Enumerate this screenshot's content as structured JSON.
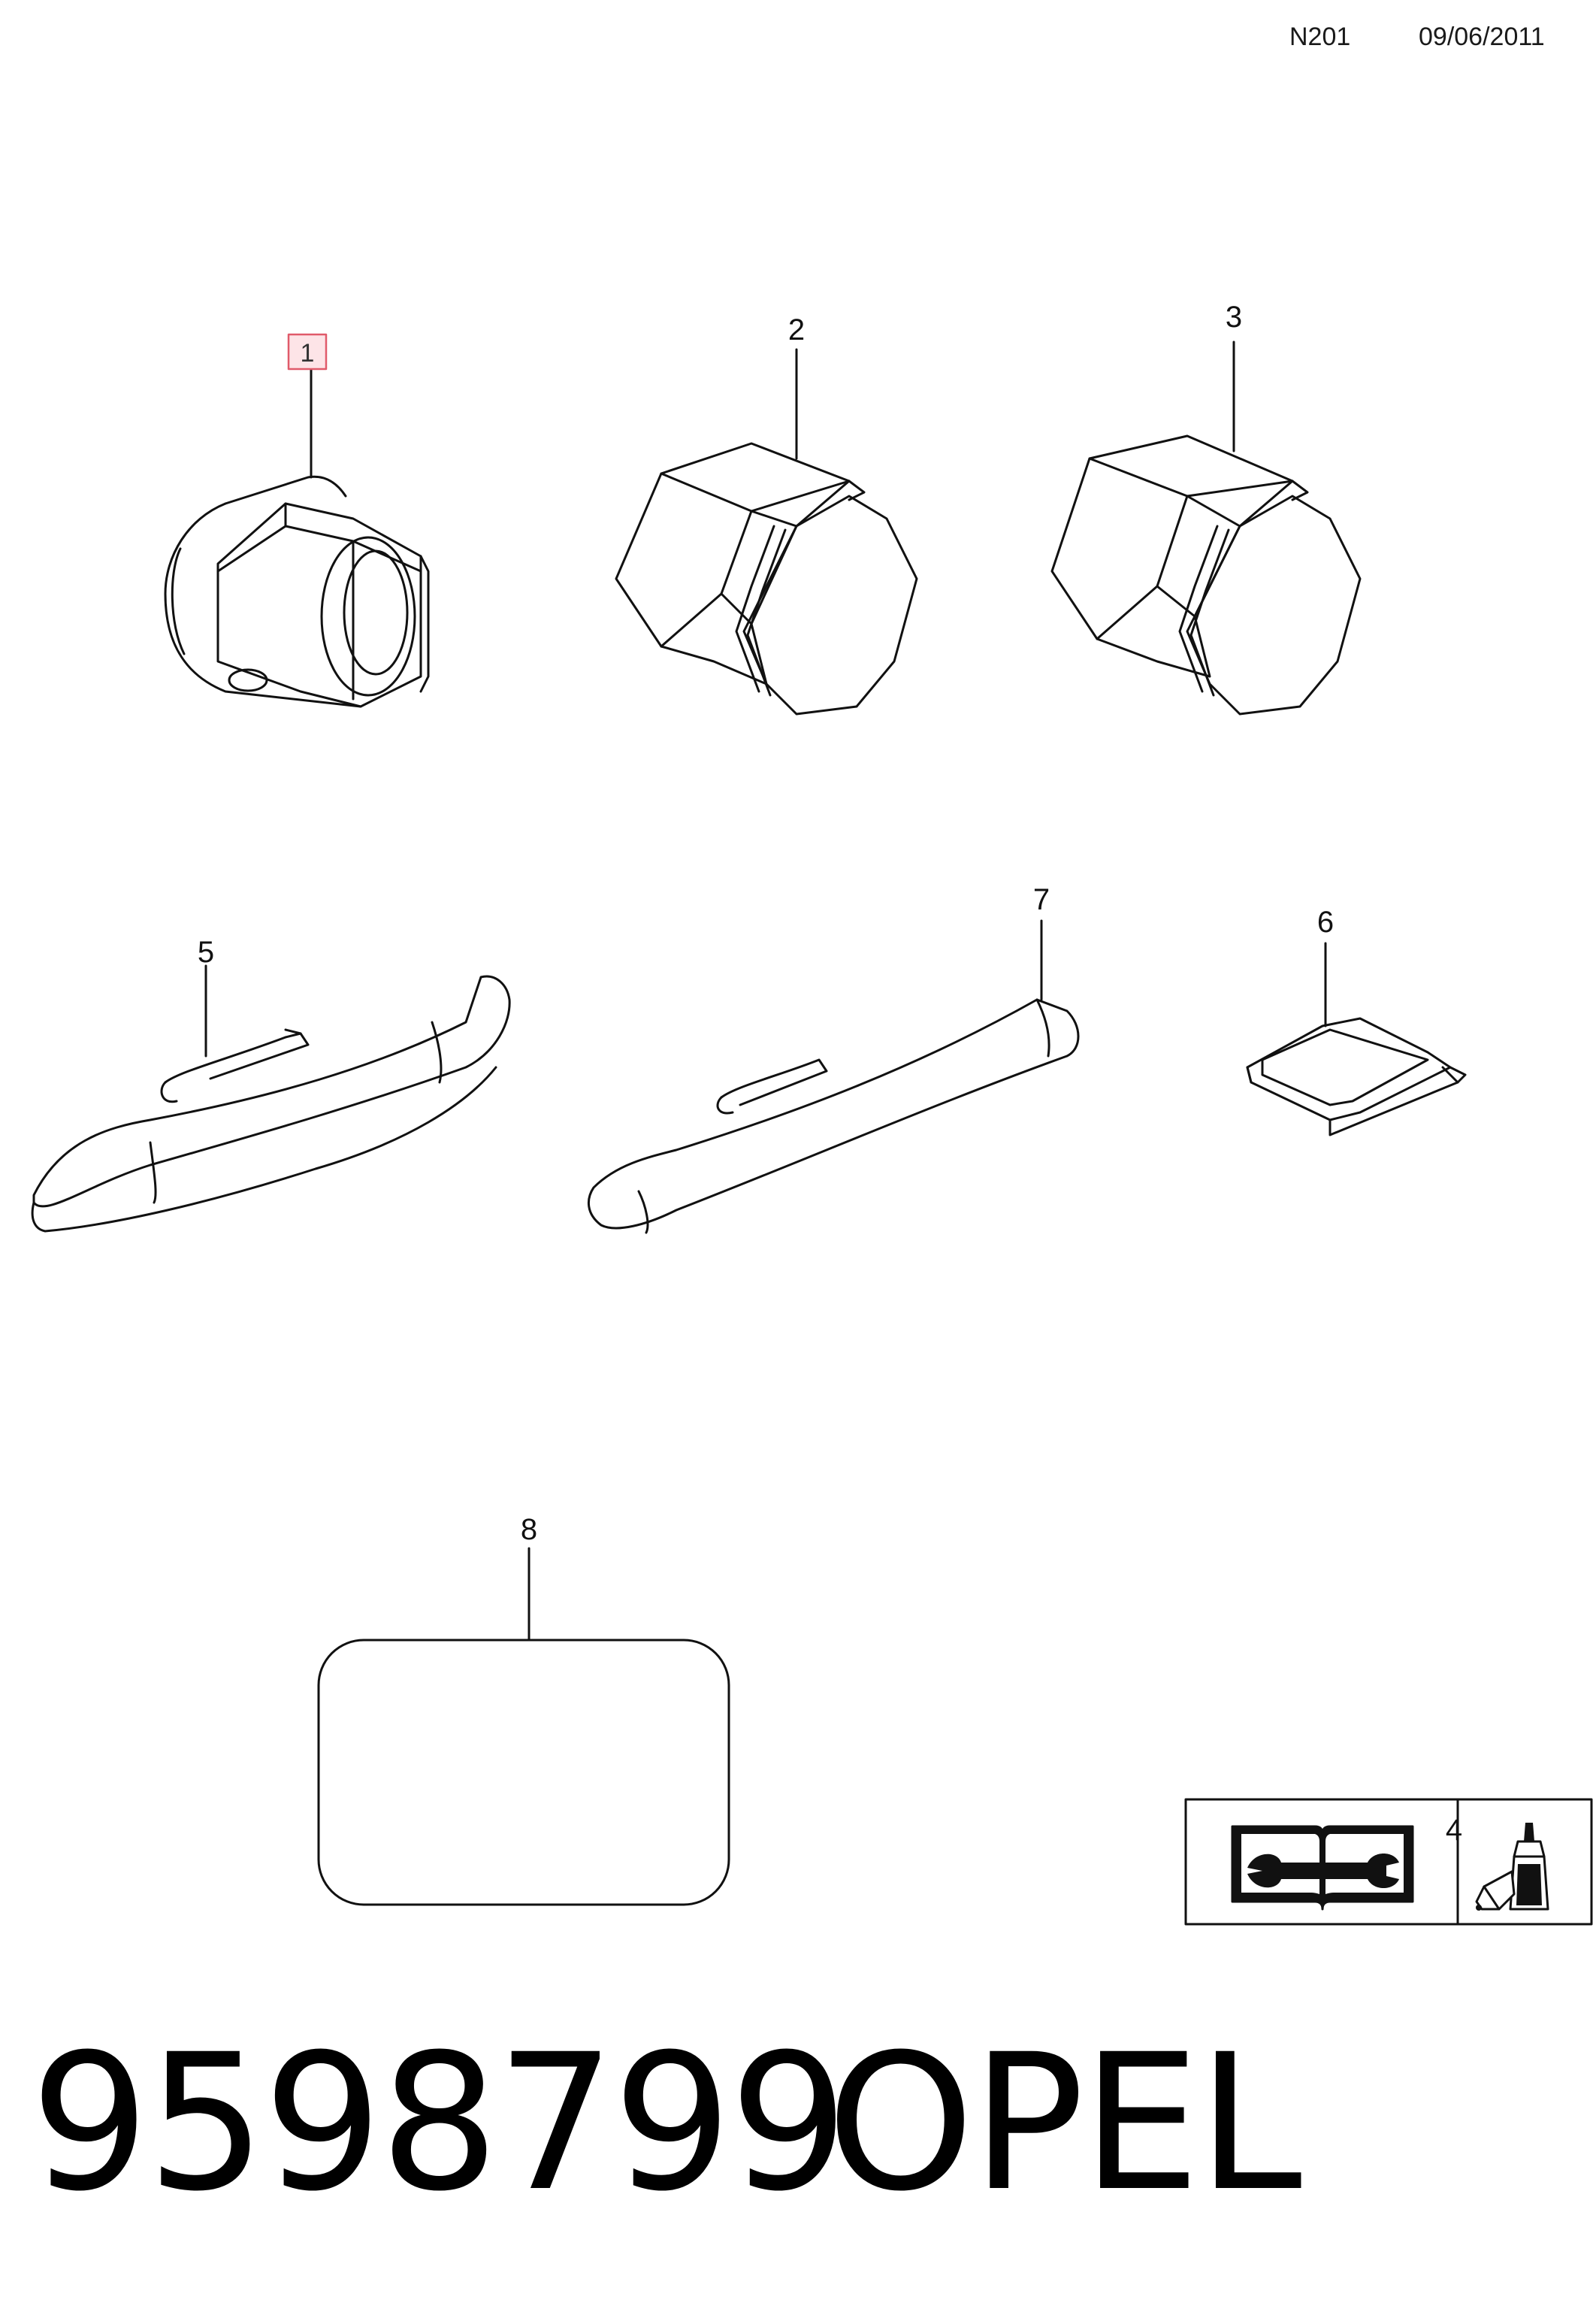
{
  "header": {
    "code": "N201",
    "date": "09/06/2011"
  },
  "callouts": {
    "c1": "1",
    "c2": "2",
    "c3": "3",
    "c4": "4",
    "c5": "5",
    "c6": "6",
    "c7": "7",
    "c8": "8"
  },
  "highlight_color": "#e05a6a",
  "icons": {
    "manual": "repair-manual-book-icon",
    "adhesive": "adhesive-bottle-icon"
  },
  "footer": {
    "part_number": "9598799",
    "brand": "OPEL"
  }
}
